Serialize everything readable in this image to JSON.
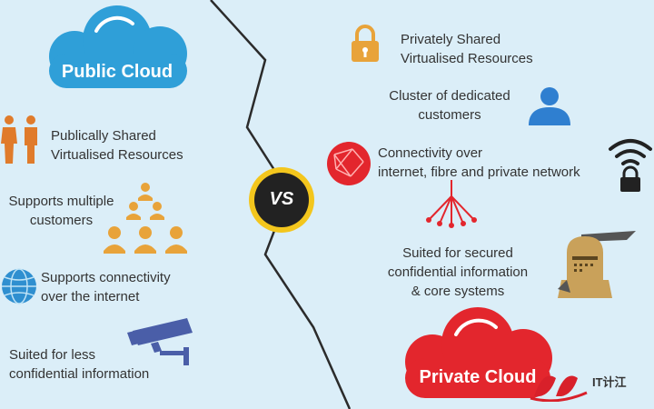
{
  "left": {
    "cloud_label": "Public Cloud",
    "items": [
      {
        "text_1": "Publically Shared",
        "text_2": "Virtualised Resources",
        "icon": "people-icon"
      },
      {
        "text_1": "Supports multiple",
        "text_2": "customers",
        "icon": "group-icon"
      },
      {
        "text_1": "Supports connectivity",
        "text_2": "over the internet",
        "icon": "globe-icon"
      },
      {
        "text_1": "Suited for less",
        "text_2": "confidential information",
        "icon": "camera-icon"
      }
    ]
  },
  "right": {
    "cloud_label": "Private Cloud",
    "items": [
      {
        "text_1": "Privately Shared",
        "text_2": "Virtualised Resources",
        "icon": "lock-icon"
      },
      {
        "text_1": "Cluster of dedicated",
        "text_2": "customers",
        "icon": "user-icon"
      },
      {
        "text_1": "Connectivity over",
        "text_2": "internet, fibre and private network",
        "icon": "network-icon"
      },
      {
        "text_1": "Suited for secured",
        "text_2": "confidential information",
        "text_3": "& core systems",
        "icon": "knight-icon"
      }
    ]
  },
  "vs_label": "VS",
  "watermark": "IT计江",
  "colors": {
    "background": "#dbeef8",
    "public_cloud": "#2f9fd8",
    "private_cloud": "#e3262d",
    "orange": "#e8a33a",
    "vs_circle": "#222222",
    "vs_ring": "#f3c61d",
    "divider": "#2b2b2b"
  }
}
